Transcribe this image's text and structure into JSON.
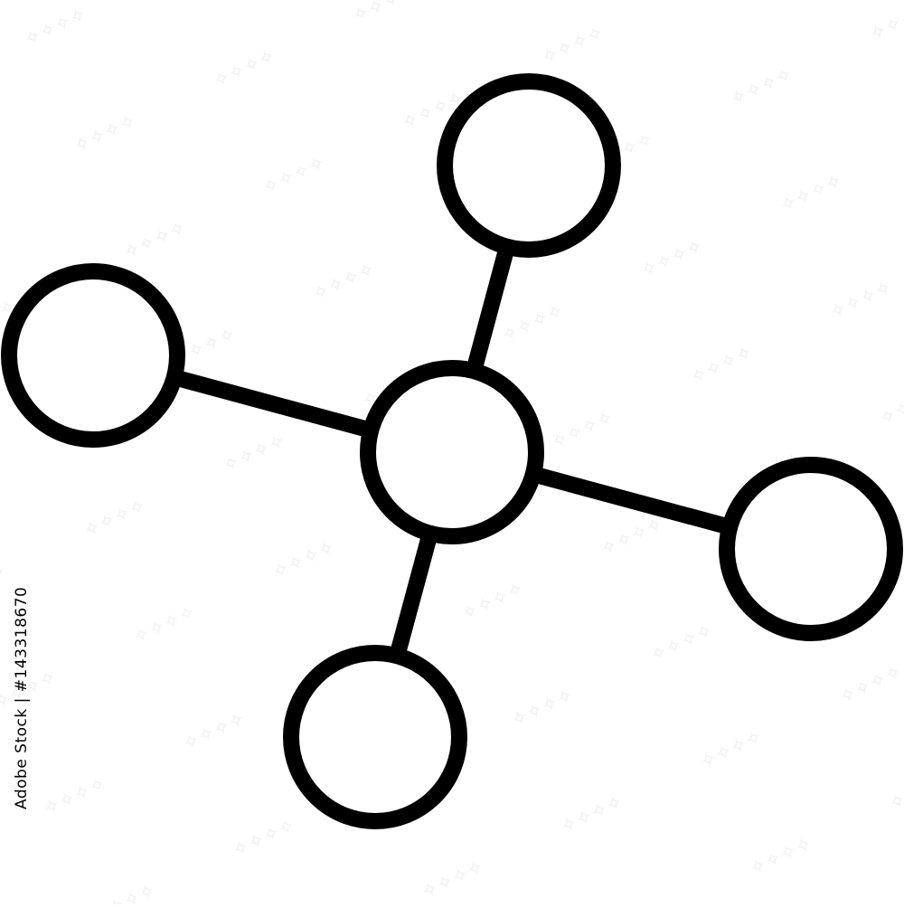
{
  "diagram": {
    "type": "network-hub-icon",
    "stroke_color": "#000000",
    "fill_color": "#ffffff",
    "nodes": [
      {
        "id": "center"
      },
      {
        "id": "top"
      },
      {
        "id": "left"
      },
      {
        "id": "right"
      },
      {
        "id": "bottom"
      }
    ],
    "edges": [
      {
        "from": "center",
        "to": "top"
      },
      {
        "from": "center",
        "to": "left"
      },
      {
        "from": "center",
        "to": "right"
      },
      {
        "from": "center",
        "to": "bottom"
      }
    ]
  },
  "stock_id": "Adobe Stock | #143318670"
}
